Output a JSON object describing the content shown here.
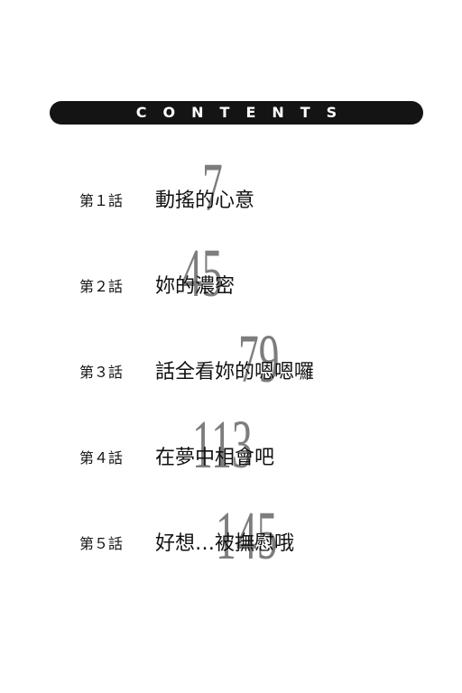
{
  "header": {
    "title": "CONTENTS"
  },
  "entries": [
    {
      "label": "第１話",
      "title": "動搖的心意",
      "page": "7"
    },
    {
      "label": "第２話",
      "title": "妳的濃密",
      "page": "45"
    },
    {
      "label": "第３話",
      "title": "話全看妳的嗯嗯囉",
      "page": "79"
    },
    {
      "label": "第４話",
      "title": "在夢中相會吧",
      "page": "113"
    },
    {
      "label": "第５話",
      "title": "好想…被撫慰哦",
      "page": "145"
    }
  ],
  "colors": {
    "banner": "#141414",
    "page_number": "#7d7d7d",
    "text": "#111111"
  }
}
